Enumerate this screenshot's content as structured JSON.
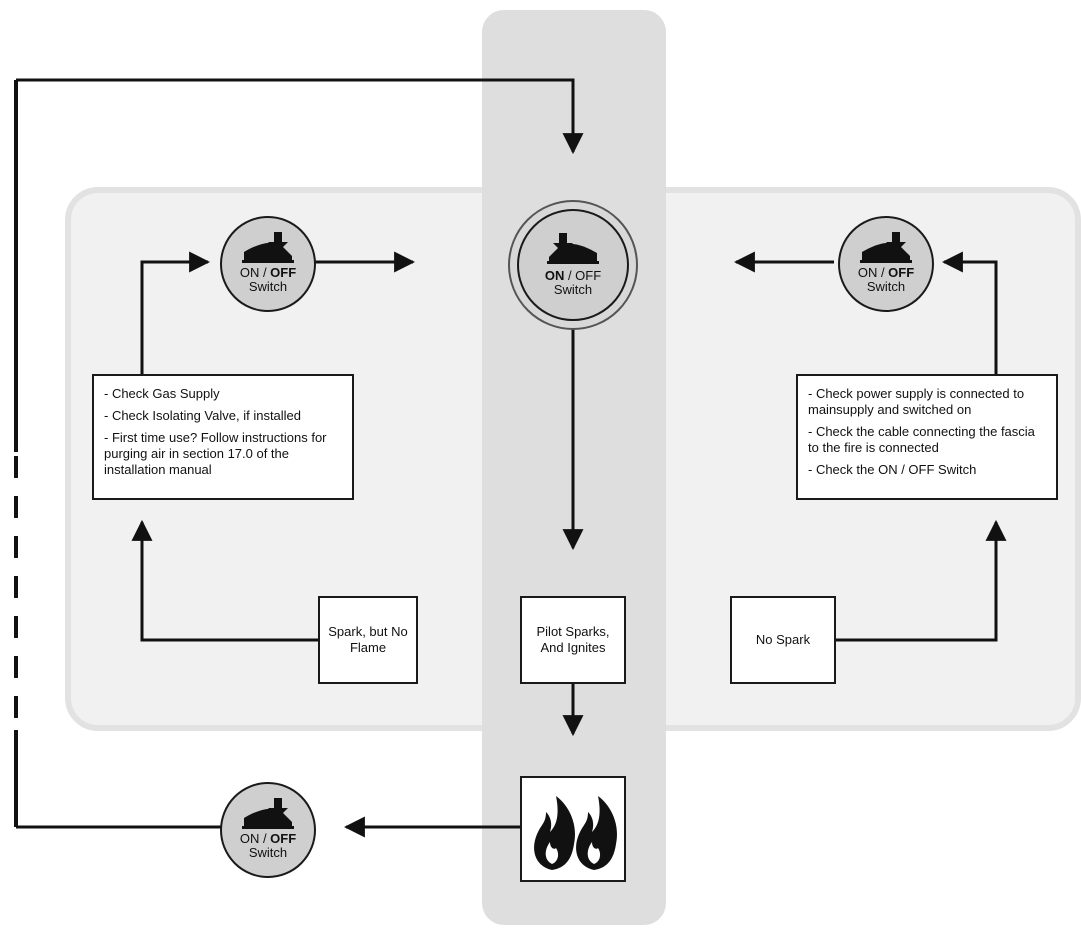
{
  "switches": {
    "on_label": "ON",
    "separator": " / ",
    "off_label": "OFF",
    "switch_label": "Switch"
  },
  "left_checklist": [
    "- Check Gas Supply",
    "- Check Isolating Valve, if installed",
    "- First time use? Follow instructions for purging air in section 17.0 of the installation manual"
  ],
  "right_checklist": [
    "- Check power supply is connected to mainsupply and switched on",
    "- Check the cable connecting the fascia to the fire is connected",
    "- Check the ON / OFF Switch"
  ],
  "outcomes": {
    "spark_no_flame": "Spark, but No Flame",
    "pilot_ignites": "Pilot Sparks, And Ignites",
    "no_spark": "No Spark"
  },
  "icons": {
    "switch": "press-switch-icon",
    "flame": "flame-icon"
  },
  "colors": {
    "center_column": "#dedede",
    "panel": "#f1f1f1",
    "switch_fill": "#cfcfcf",
    "line": "#111111"
  }
}
